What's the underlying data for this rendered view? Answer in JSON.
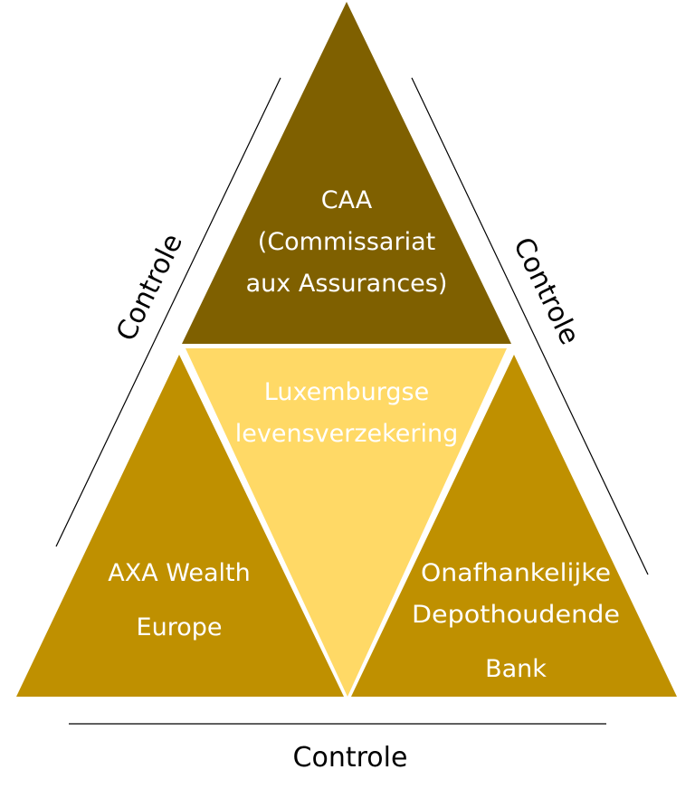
{
  "top": {
    "lines": [
      "CAA",
      "(Commissariat",
      "aux Assurances)"
    ],
    "color": "#7f6000"
  },
  "center": {
    "lines": [
      "Luxemburgse",
      "levensverzekering"
    ],
    "color": "#ffd966"
  },
  "left": {
    "lines": [
      "AXA Wealth",
      "Europe"
    ],
    "color": "#bf9000"
  },
  "right": {
    "lines": [
      "Onafhankelijke",
      "Depothoudende",
      "Bank"
    ],
    "color": "#bf9000"
  },
  "controls": {
    "left": "Controle",
    "right": "Controle",
    "bottom": "Controle"
  }
}
